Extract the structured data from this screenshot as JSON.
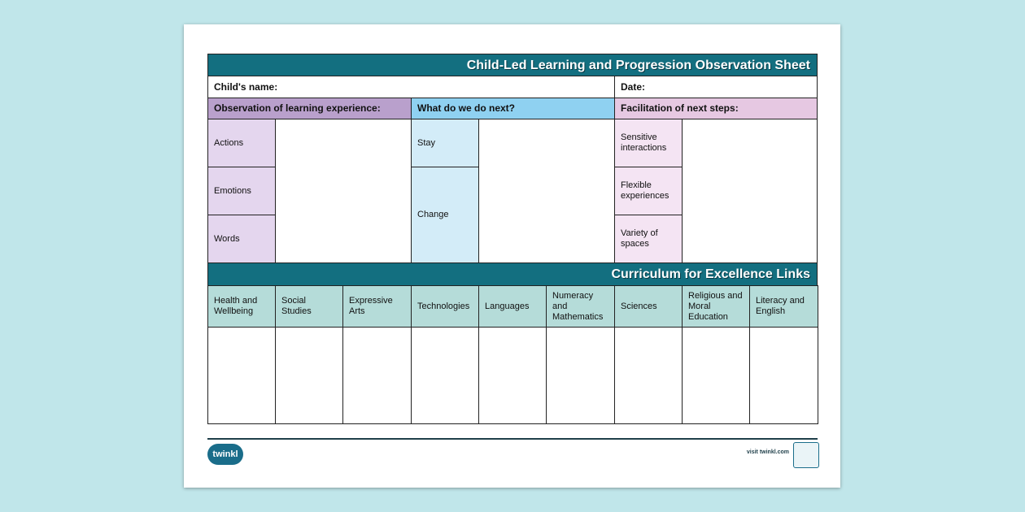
{
  "title": "Child-Led Learning and Progression Observation Sheet",
  "fields": {
    "name": "Child's name:",
    "date": "Date:"
  },
  "sections": {
    "observation": "Observation of learning experience:",
    "next": "What do we do next?",
    "facilitation": "Facilitation of next steps:"
  },
  "observation_rows": [
    "Actions",
    "Emotions",
    "Words"
  ],
  "next_rows": [
    "Stay",
    "Change"
  ],
  "facilitation_rows": [
    "Sensitive interactions",
    "Flexible experiences",
    "Variety of spaces"
  ],
  "curriculum": {
    "title": "Curriculum for Excellence Links",
    "subjects": [
      "Health and Wellbeing",
      "Social Studies",
      "Expressive Arts",
      "Technologies",
      "Languages",
      "Numeracy and Mathematics",
      "Sciences",
      "Religious and Moral Education",
      "Literacy and English"
    ]
  },
  "footer": {
    "logo": "twinkl",
    "visit": "visit twinkl.com"
  },
  "colors": {
    "teal": "#136f80",
    "purple": "#b9a0cc",
    "blue": "#8fd1f1",
    "pink": "#e6c8e2",
    "subject": "#b5dcd9"
  }
}
